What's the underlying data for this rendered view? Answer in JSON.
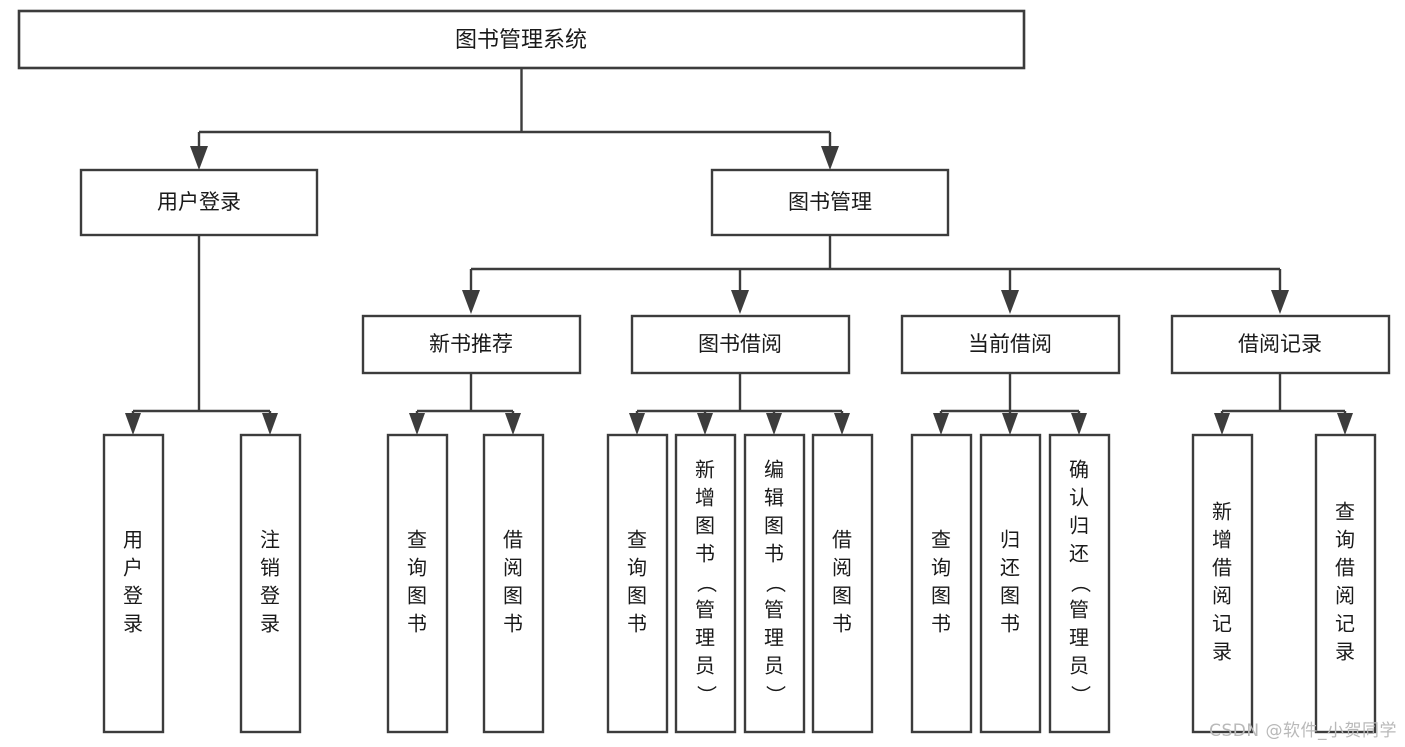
{
  "diagram": {
    "type": "tree-hierarchy",
    "title": "图书管理系统",
    "orientation": "top-down",
    "colors": {
      "stroke": "#3c3c3c",
      "box_fill": "#ffffff",
      "text": "#1a1a1a",
      "background": "#ffffff",
      "watermark": "#b9b9b9"
    },
    "levels": 4,
    "root": {
      "id": "root",
      "label": "图书管理系统",
      "orientation": "horizontal"
    },
    "level2": [
      {
        "id": "user-login",
        "label": "用户登录",
        "orientation": "horizontal"
      },
      {
        "id": "book-manage",
        "label": "图书管理",
        "orientation": "horizontal"
      }
    ],
    "level3": [
      {
        "id": "new-book-recommend",
        "label": "新书推荐",
        "orientation": "horizontal",
        "parent": "book-manage"
      },
      {
        "id": "book-borrow",
        "label": "图书借阅",
        "orientation": "horizontal",
        "parent": "book-manage"
      },
      {
        "id": "current-borrow",
        "label": "当前借阅",
        "orientation": "horizontal",
        "parent": "book-manage"
      },
      {
        "id": "borrow-record",
        "label": "借阅记录",
        "orientation": "horizontal",
        "parent": "book-manage"
      }
    ],
    "leaves": [
      {
        "id": "leaf-user-login",
        "label": "用户登录",
        "orientation": "vertical",
        "parent": "user-login"
      },
      {
        "id": "leaf-logout-login",
        "label": "注销登录",
        "orientation": "vertical",
        "parent": "user-login"
      },
      {
        "id": "leaf-query-book-1",
        "label": "查询图书",
        "orientation": "vertical",
        "parent": "new-book-recommend"
      },
      {
        "id": "leaf-borrow-book-1",
        "label": "借阅图书",
        "orientation": "vertical",
        "parent": "new-book-recommend"
      },
      {
        "id": "leaf-query-book-2",
        "label": "查询图书",
        "orientation": "vertical",
        "parent": "book-borrow"
      },
      {
        "id": "leaf-add-book",
        "label": "新增图书（管理员）",
        "orientation": "vertical",
        "parent": "book-borrow"
      },
      {
        "id": "leaf-edit-book",
        "label": "编辑图书（管理员）",
        "orientation": "vertical",
        "parent": "book-borrow"
      },
      {
        "id": "leaf-borrow-book-2",
        "label": "借阅图书",
        "orientation": "vertical",
        "parent": "book-borrow"
      },
      {
        "id": "leaf-query-book-3",
        "label": "查询图书",
        "orientation": "vertical",
        "parent": "current-borrow"
      },
      {
        "id": "leaf-return-book",
        "label": "归还图书",
        "orientation": "vertical",
        "parent": "current-borrow"
      },
      {
        "id": "leaf-confirm-return",
        "label": "确认归还（管理员）",
        "orientation": "vertical",
        "parent": "current-borrow"
      },
      {
        "id": "leaf-add-record",
        "label": "新增借阅记录",
        "orientation": "vertical",
        "parent": "borrow-record"
      },
      {
        "id": "leaf-query-record",
        "label": "查询借阅记录",
        "orientation": "vertical",
        "parent": "borrow-record"
      }
    ]
  },
  "watermark": {
    "text": "CSDN @软件_小贺同学"
  }
}
